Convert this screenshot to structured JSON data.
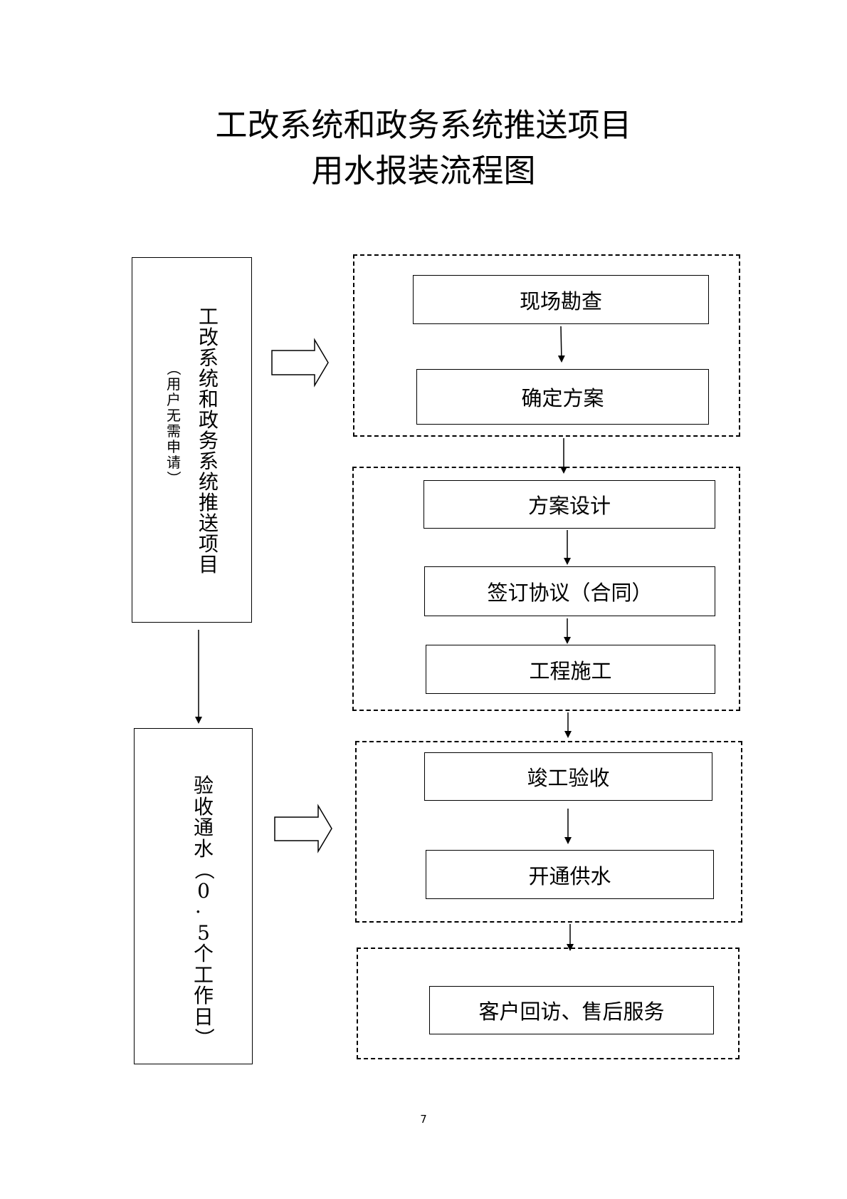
{
  "title": {
    "line1": "工改系统和政务系统推送项目",
    "line2": "用水报装流程图"
  },
  "left": {
    "box1_main": "工改系统和政务系统推送项目",
    "box1_note": "（用户无需申请）",
    "box2_main": "验收通水（0.5个工作日）"
  },
  "steps": {
    "survey": "现场勘查",
    "plan": "确定方案",
    "design": "方案设计",
    "contract": "签订协议（合同）",
    "construction": "工程施工",
    "acceptance": "竣工验收",
    "supply": "开通供水",
    "followup": "客户回访、售后服务"
  },
  "page_number": "7"
}
